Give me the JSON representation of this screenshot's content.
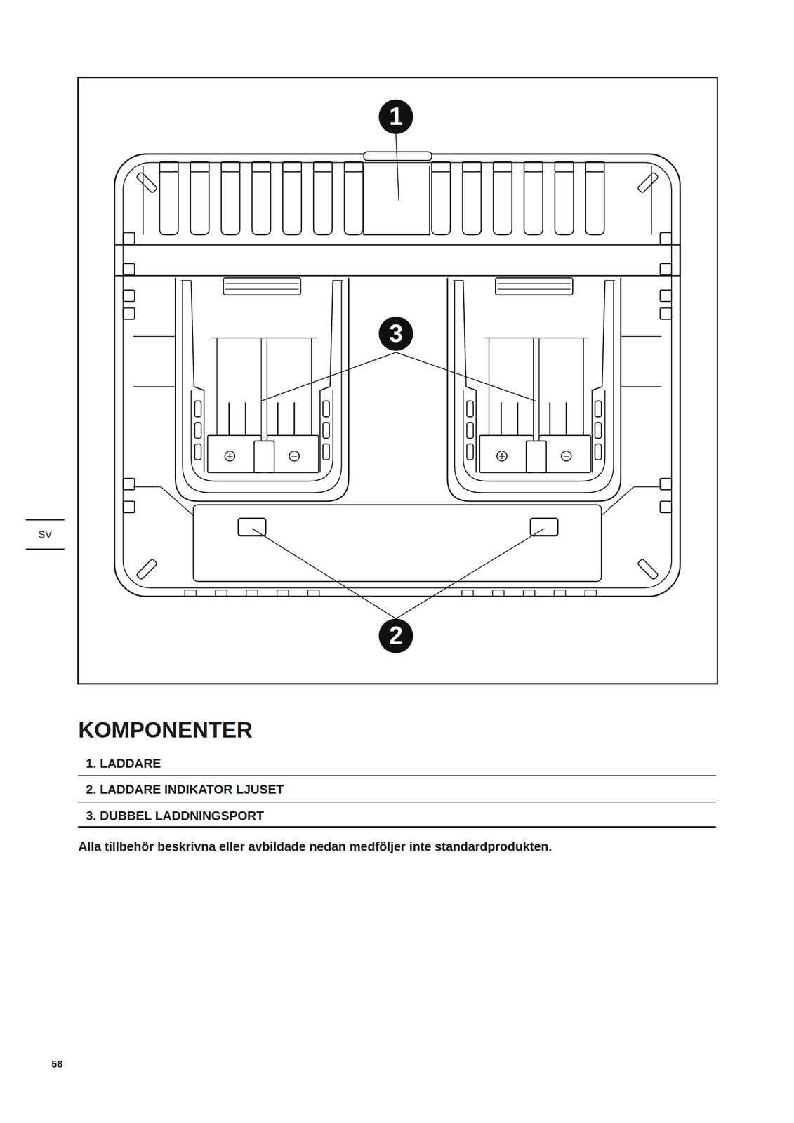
{
  "diagram": {
    "title": "KOMPONENTER",
    "labels": [
      "1",
      "3",
      "2",
      "1. LADDARE",
      "2. LADDARE INDIKATOR LJUSET",
      "3. DUBBEL LADDNINGSPORT",
      "Alla tillbehör beskrivna eller avbildade nedan medföljer inte standardprodukten.",
      "SV",
      "58"
    ]
  }
}
